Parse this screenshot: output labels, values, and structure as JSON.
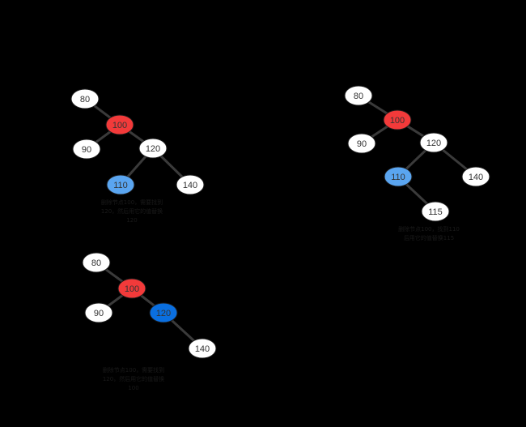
{
  "colors": {
    "background": "#000000",
    "edge": "#3a3a3a",
    "node_default": "#ffffff",
    "node_red": "#f23a3a",
    "node_light_blue": "#5aa5f0",
    "node_blue": "#0a6fe0",
    "caption_text": "#1a1a1a"
  },
  "trees": [
    {
      "id": "tree-a",
      "nodes": [
        {
          "key": "80",
          "fill": "node_default"
        },
        {
          "key": "100",
          "fill": "node_red"
        },
        {
          "key": "90",
          "fill": "node_default"
        },
        {
          "key": "120",
          "fill": "node_default"
        },
        {
          "key": "110",
          "fill": "node_light_blue"
        },
        {
          "key": "140",
          "fill": "node_default"
        }
      ],
      "edges": [
        [
          "80",
          "100"
        ],
        [
          "100",
          "90"
        ],
        [
          "100",
          "120"
        ],
        [
          "120",
          "110"
        ],
        [
          "120",
          "140"
        ]
      ],
      "caption": [
        "删除节点100，需要找到",
        "120，然后用它的值替换",
        "120"
      ]
    },
    {
      "id": "tree-b",
      "nodes": [
        {
          "key": "80",
          "fill": "node_default"
        },
        {
          "key": "100",
          "fill": "node_red"
        },
        {
          "key": "90",
          "fill": "node_default"
        },
        {
          "key": "120",
          "fill": "node_blue"
        },
        {
          "key": "140",
          "fill": "node_default"
        }
      ],
      "edges": [
        [
          "80",
          "100"
        ],
        [
          "100",
          "90"
        ],
        [
          "100",
          "120"
        ],
        [
          "120",
          "140"
        ]
      ],
      "caption": [
        "删除节点100，需要找到",
        "120，然后用它的值替换",
        "100"
      ]
    },
    {
      "id": "tree-c",
      "nodes": [
        {
          "key": "80",
          "fill": "node_default"
        },
        {
          "key": "100",
          "fill": "node_red"
        },
        {
          "key": "90",
          "fill": "node_default"
        },
        {
          "key": "120",
          "fill": "node_default"
        },
        {
          "key": "110",
          "fill": "node_light_blue"
        },
        {
          "key": "140",
          "fill": "node_default"
        },
        {
          "key": "115",
          "fill": "node_default"
        }
      ],
      "edges": [
        [
          "80",
          "100"
        ],
        [
          "100",
          "90"
        ],
        [
          "100",
          "120"
        ],
        [
          "120",
          "110"
        ],
        [
          "120",
          "140"
        ],
        [
          "110",
          "115"
        ]
      ],
      "caption": [
        "删除节点100，找到110",
        "后用它的值替换115"
      ]
    }
  ]
}
